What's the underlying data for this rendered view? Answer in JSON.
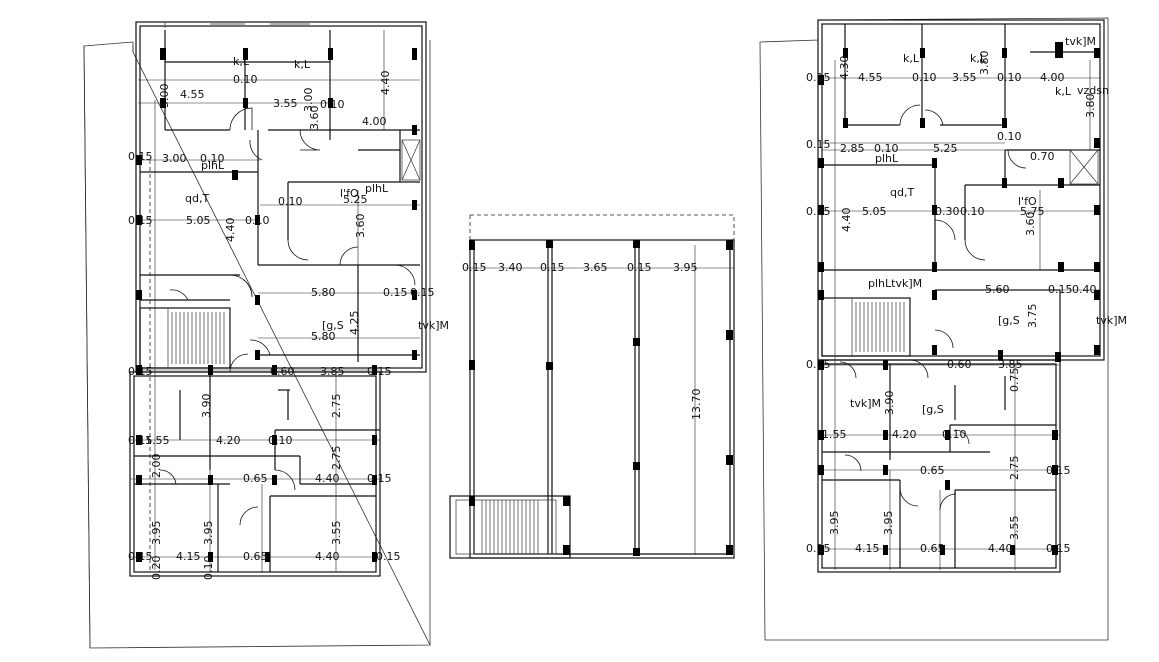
{
  "left_plan": {
    "room_labels": [
      "k,L",
      "k,L",
      "plhL",
      "qd,T",
      "l'fO",
      "plhL",
      "[g,S",
      "tvk]M"
    ],
    "dims": [
      "4.55",
      "3.55",
      "0.10",
      "4.40",
      "4.00",
      "3.00",
      "3.00",
      "3.00",
      "0.10",
      "0.10",
      "5.05",
      "4.40",
      "3.60",
      "5.25",
      "0.10",
      "0.10",
      "5.80",
      "5.80",
      "4.25",
      "0.15",
      "0.15",
      "0.60",
      "3.85",
      "0.15",
      "3.90",
      "2.75",
      "1.55",
      "4.20",
      "0.10",
      "0.65",
      "4.40",
      "2.75",
      "0.15",
      "3.95",
      "3.95",
      "3.55",
      "4.15",
      "0.65",
      "4.40",
      "0.15",
      "0.15",
      "0.15",
      "0.15",
      "0.15",
      "0.15",
      "0.20",
      "0.10",
      "2.00",
      "3.60"
    ]
  },
  "middle_plan": {
    "dims": [
      "0.15",
      "3.40",
      "0.15",
      "3.65",
      "0.15",
      "3.95",
      "13.70"
    ]
  },
  "right_plan": {
    "room_labels": [
      "k,L",
      "k,L",
      "tvk]M",
      "k,L",
      "vzdsn",
      "plhL",
      "qd,T",
      "l'fO",
      "plhLtvk]M",
      "[g,S",
      "tvk]M",
      "tvk]M",
      "[g,S"
    ],
    "dims": [
      "0.15",
      "4.30",
      "4.55",
      "0.10",
      "3.55",
      "0.10",
      "3.80",
      "4.00",
      "3.80",
      "0.15",
      "2.85",
      "0.10",
      "5.25",
      "0.10",
      "0.70",
      "0.15",
      "5.05",
      "4.40",
      "0.30",
      "0.10",
      "5.75",
      "3.60",
      "5.60",
      "0.15",
      "0.40",
      "3.75",
      "0.60",
      "3.85",
      "0.15",
      "3.90",
      "0.75",
      "1.55",
      "4.20",
      "0.10",
      "0.65",
      "2.75",
      "0.15",
      "3.95",
      "3.95",
      "3.55",
      "4.15",
      "0.65",
      "4.40",
      "0.15",
      "0.15"
    ]
  }
}
